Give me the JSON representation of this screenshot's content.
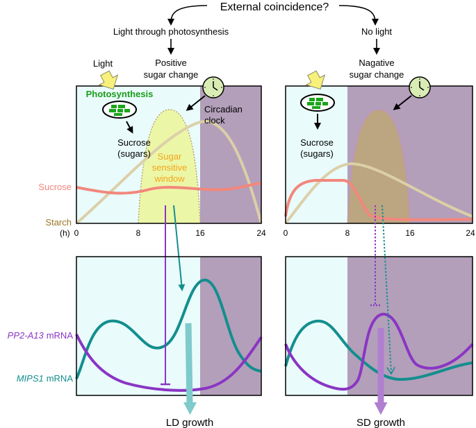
{
  "header": {
    "question": "External coincidence?",
    "left_condition": "Light through photosynthesis",
    "right_condition": "No light",
    "left_change_1": "Positive",
    "left_change_2": "sugar change",
    "right_change_1": "Nagative",
    "right_change_2": "sugar change"
  },
  "labels": {
    "light": "Light",
    "photosynthesis": "Photosynthesis",
    "sucrose_1": "Sucrose",
    "sucrose_2": "(sugars)",
    "circadian_1": "Circadian",
    "circadian_2": "clock",
    "window_1": "Sugar",
    "window_2": "sensitive",
    "window_3": "window",
    "sucrose_axis": "Sucrose",
    "starch_axis": "Starch",
    "hours_unit": "(h)",
    "pp2_gene": "PP2-A13",
    "mips1_gene": "MIPS1",
    "mrna": "mRNA",
    "ld_growth": "LD growth",
    "sd_growth": "SD growth"
  },
  "time_axis": {
    "left_ticks": [
      "0",
      "8",
      "16",
      "24"
    ],
    "right_ticks": [
      "0",
      "8",
      "16",
      "24"
    ]
  },
  "colors": {
    "day": "#e9fbfb",
    "night": "#b39fba",
    "window_fill": "#ecf5a2",
    "window_fill_dark": "#bda57d",
    "window_border": "#b9a26a",
    "sucrose_line": "#f2877c",
    "starch_line": "#dccfa8",
    "pp2": "#8a35c4",
    "mips1": "#138e8e",
    "photosynthesis_text": "#1a9c1a",
    "window_text": "#f2a61b",
    "starch_text": "#9b7424",
    "light_arrow": "#f7f17c"
  }
}
